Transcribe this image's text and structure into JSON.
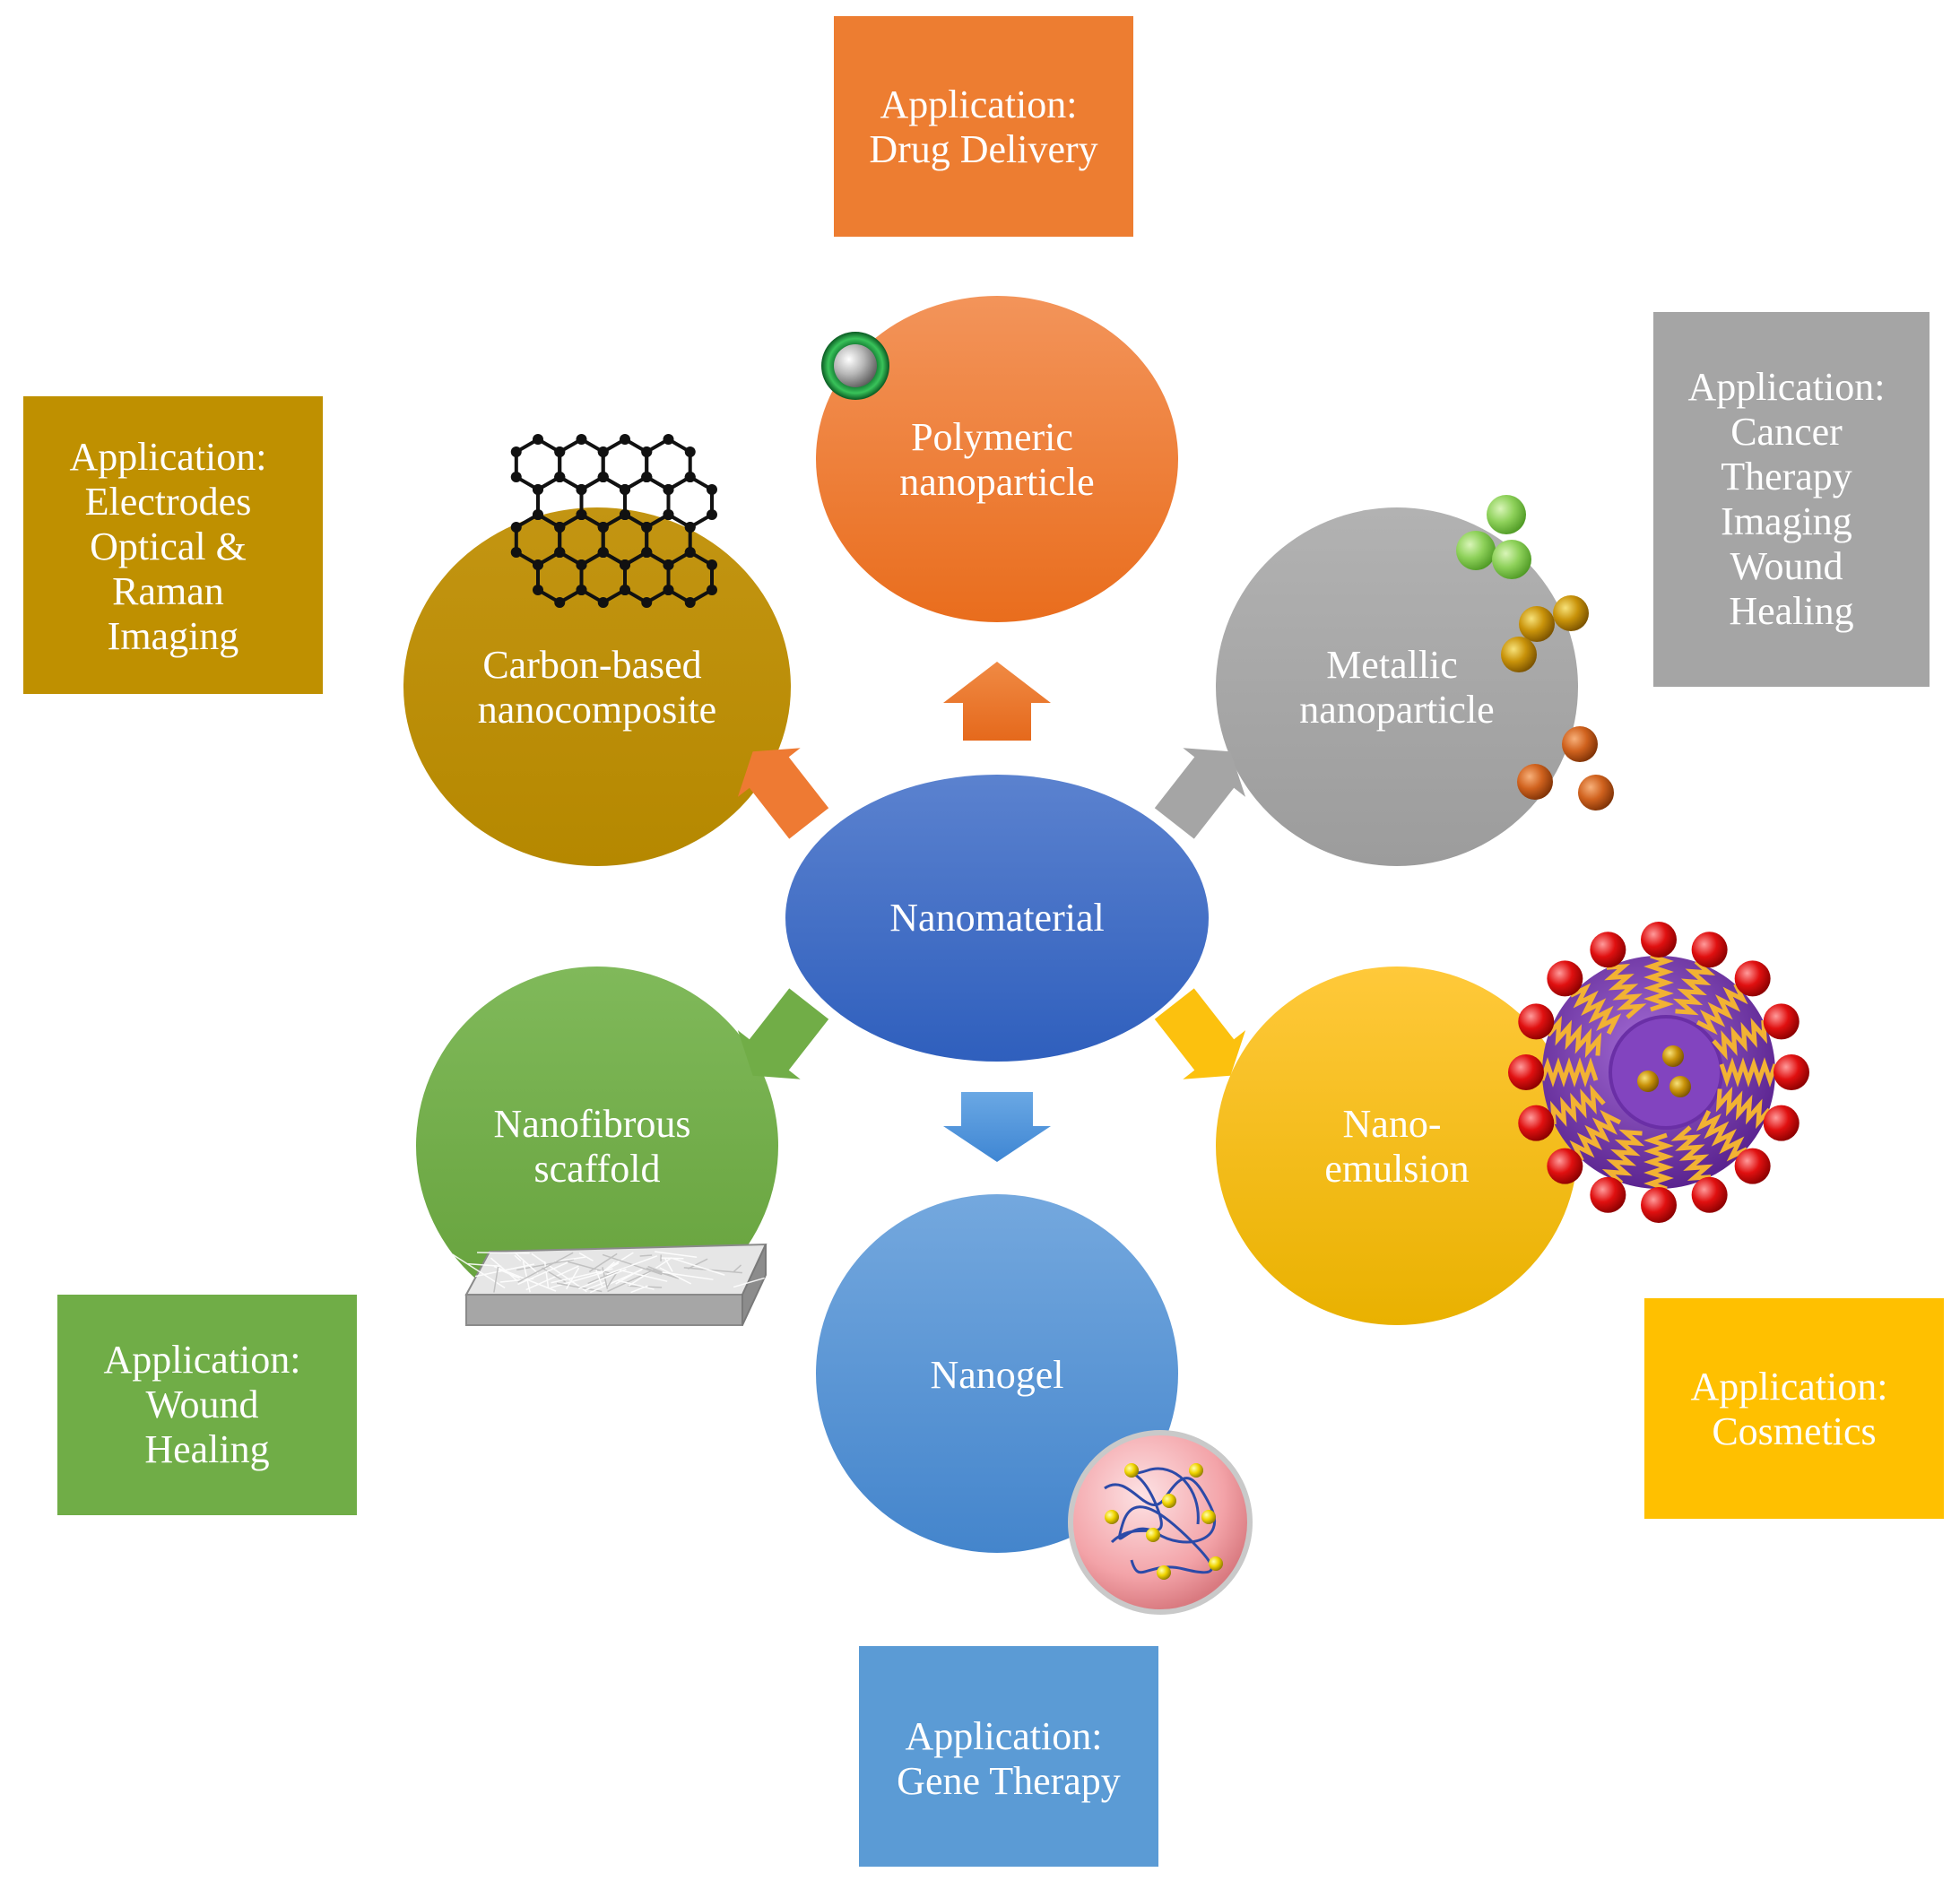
{
  "center": {
    "label": "Nanomaterial",
    "color": "#3a6cc6"
  },
  "nodes": [
    {
      "id": "polymeric",
      "lines": [
        "Polymeric",
        "nanoparticle"
      ],
      "color": "#ee7a33",
      "icon": "core-shell-particle-icon"
    },
    {
      "id": "metallic",
      "lines": [
        "Metallic",
        "nanoparticle"
      ],
      "color": "#a9a9a9",
      "icon": "metal-spheres-icon"
    },
    {
      "id": "nanoemulsion",
      "lines": [
        "Nano-",
        "emulsion"
      ],
      "color": "#fcc10e",
      "icon": "emulsion-droplet-icon"
    },
    {
      "id": "nanogel",
      "lines": [
        "Nanogel"
      ],
      "color": "#5a9ad9",
      "icon": "gel-network-icon"
    },
    {
      "id": "nanofibrous",
      "lines": [
        "Nanofibrous",
        "scaffold"
      ],
      "color": "#71ad47",
      "icon": "fiber-mat-icon"
    },
    {
      "id": "carbon",
      "lines": [
        "Carbon-based",
        "nanocomposite"
      ],
      "color": "#be9000",
      "icon": "graphene-lattice-icon"
    }
  ],
  "applications": [
    {
      "id": "drug-delivery",
      "lines": [
        "Application:",
        "Drug Delivery"
      ],
      "color": "#ed7d31"
    },
    {
      "id": "cancer",
      "lines": [
        "Application:",
        "Cancer",
        "Therapy",
        "Imaging",
        "Wound",
        "Healing"
      ],
      "color": "#a5a5a5"
    },
    {
      "id": "cosmetics",
      "lines": [
        "Application:",
        "Cosmetics"
      ],
      "color": "#ffc000"
    },
    {
      "id": "gene-therapy",
      "lines": [
        "Application:",
        "Gene Therapy"
      ],
      "color": "#5b9bd5"
    },
    {
      "id": "wound",
      "lines": [
        "Application:",
        "Wound",
        "Healing"
      ],
      "color": "#70ad47"
    },
    {
      "id": "electrodes",
      "lines": [
        "Application:",
        "Electrodes",
        "Optical &",
        "Raman",
        "Imaging"
      ],
      "color": "#bf9000"
    }
  ]
}
